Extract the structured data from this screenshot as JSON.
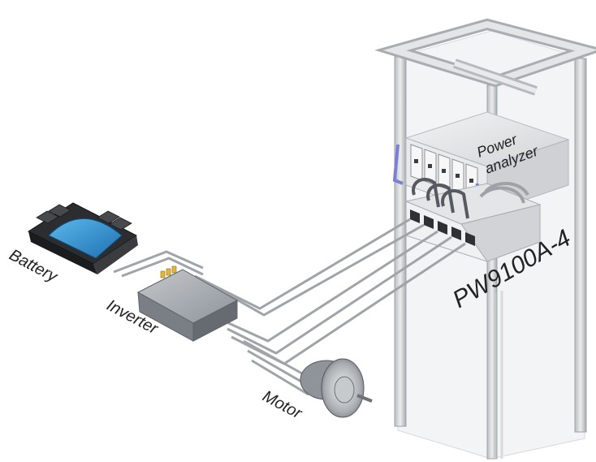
{
  "labels": {
    "battery": "Battery",
    "inverter": "Inverter",
    "motor": "Motor",
    "power_analyzer_line1": "Power",
    "power_analyzer_line2": "analyzer",
    "sensor_unit": "PW9100A-4"
  },
  "colors": {
    "rack_frame": "#c9cbce",
    "rack_frame_dark": "#9ea2a6",
    "cable": "#a0a4a8",
    "battery_cells": "#2f9ad6",
    "battery_body": "#2b2d30",
    "inverter_body": "#8e939a",
    "analyzer_body": "#e7e8ea",
    "handle": "#7b7fd6"
  },
  "icons": {
    "battery": "battery-pack-icon",
    "inverter": "inverter-box-icon",
    "motor": "electric-motor-icon",
    "analyzer": "power-analyzer-icon",
    "sensor": "current-sensor-unit-icon",
    "rack": "equipment-rack-icon"
  }
}
